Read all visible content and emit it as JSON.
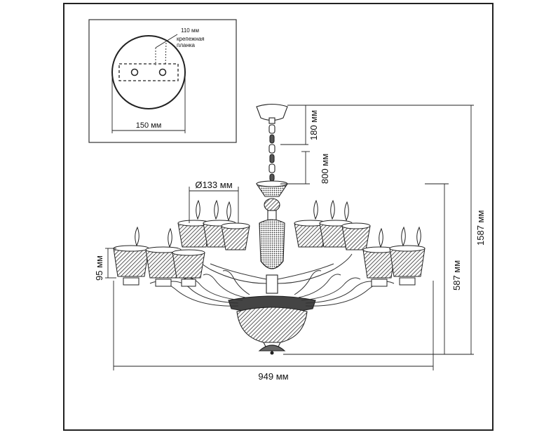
{
  "inset": {
    "bar_dim": "110 мм",
    "bar_label_line1": "крепежная",
    "bar_label_line2": "планка",
    "plate_dim": "150 мм"
  },
  "dimensions": {
    "canopy": "180 мм",
    "chain": "800 мм",
    "shade_diameter": "Ø133 мм",
    "shade_height": "95 мм",
    "body_height": "587 мм",
    "total_height": "1587 мм",
    "width": "949 мм"
  }
}
